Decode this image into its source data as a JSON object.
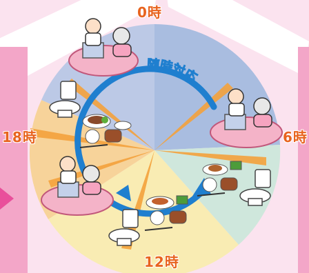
{
  "hour_labels": {
    "h0": "0時",
    "h6": "6時",
    "h12": "12時",
    "h18": "18時"
  },
  "cycle_label": "随時対応",
  "colors": {
    "background": "#fbe3ef",
    "frame": "#f3a6c8",
    "night_sector": "#a9bde0",
    "morning_sector": "#cfe7dc",
    "noon_sector": "#f9ecb3",
    "evening_sector": "#f7d39a",
    "cycle_arrow": "#1f7fcf",
    "hour_text": "#e8641f",
    "ray": "#f4a23c"
  },
  "icons": [
    "caregiver-with-elderly-bed-icon",
    "toilet-icon",
    "meal-tray-icon"
  ]
}
